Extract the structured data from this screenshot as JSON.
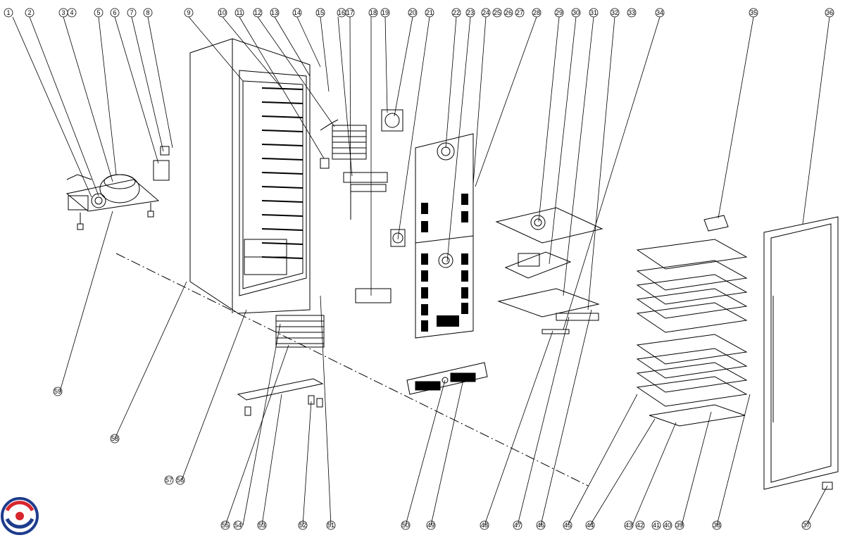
{
  "callouts_top": [
    "1",
    "2",
    "3",
    "4",
    "5",
    "6",
    "7",
    "8",
    "9",
    "10",
    "11",
    "12",
    "13",
    "14",
    "15",
    "16",
    "17",
    "18",
    "19",
    "20",
    "21",
    "22",
    "23",
    "24",
    "25",
    "26",
    "27",
    "28",
    "29",
    "30",
    "31",
    "32",
    "33",
    "34",
    "35",
    "36"
  ],
  "callouts_bottom": [
    "55",
    "54",
    "53",
    "52",
    "51",
    "50",
    "49",
    "48",
    "47",
    "46",
    "45",
    "44",
    "43",
    "42",
    "41",
    "40",
    "39",
    "38",
    "37"
  ],
  "callouts_left": [
    "59",
    "58",
    "57",
    "56"
  ],
  "logo_colors": {
    "blue": "#1e3c8c",
    "red": "#d7262e"
  }
}
